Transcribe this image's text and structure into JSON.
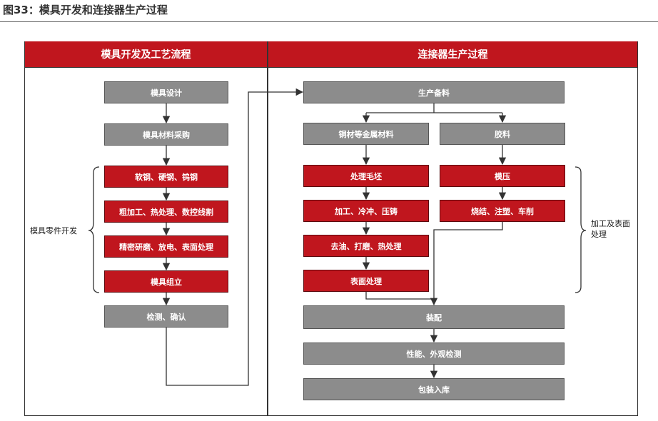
{
  "title": "图33：模具开发和连接器生产过程",
  "left_panel": {
    "header": "模具开发及工艺流程",
    "steps": [
      "模具设计",
      "模具材料采购",
      "软钢、硬钢、钨钢",
      "粗加工、热处理、数控线割",
      "精密研磨、放电、表面处理",
      "模具组立",
      "检测、确认"
    ],
    "bracket_label": "模具零件开发"
  },
  "right_panel": {
    "header": "连接器生产过程",
    "prep": "生产备料",
    "metal_branch": [
      "铜材等金属材料",
      "处理毛坯",
      "加工、冷冲、压铸",
      "去油、打磨、热处理",
      "表面处理"
    ],
    "plastic_branch": [
      "胶料",
      "模压",
      "烧结、注塑、车削"
    ],
    "final_steps": [
      "装配",
      "性能、外观检测",
      "包装入库"
    ],
    "bracket_label": "加工及表面处理"
  },
  "colors": {
    "accent_red": "#c0161e",
    "box_gray": "#8c8c8c",
    "line": "#333333"
  }
}
